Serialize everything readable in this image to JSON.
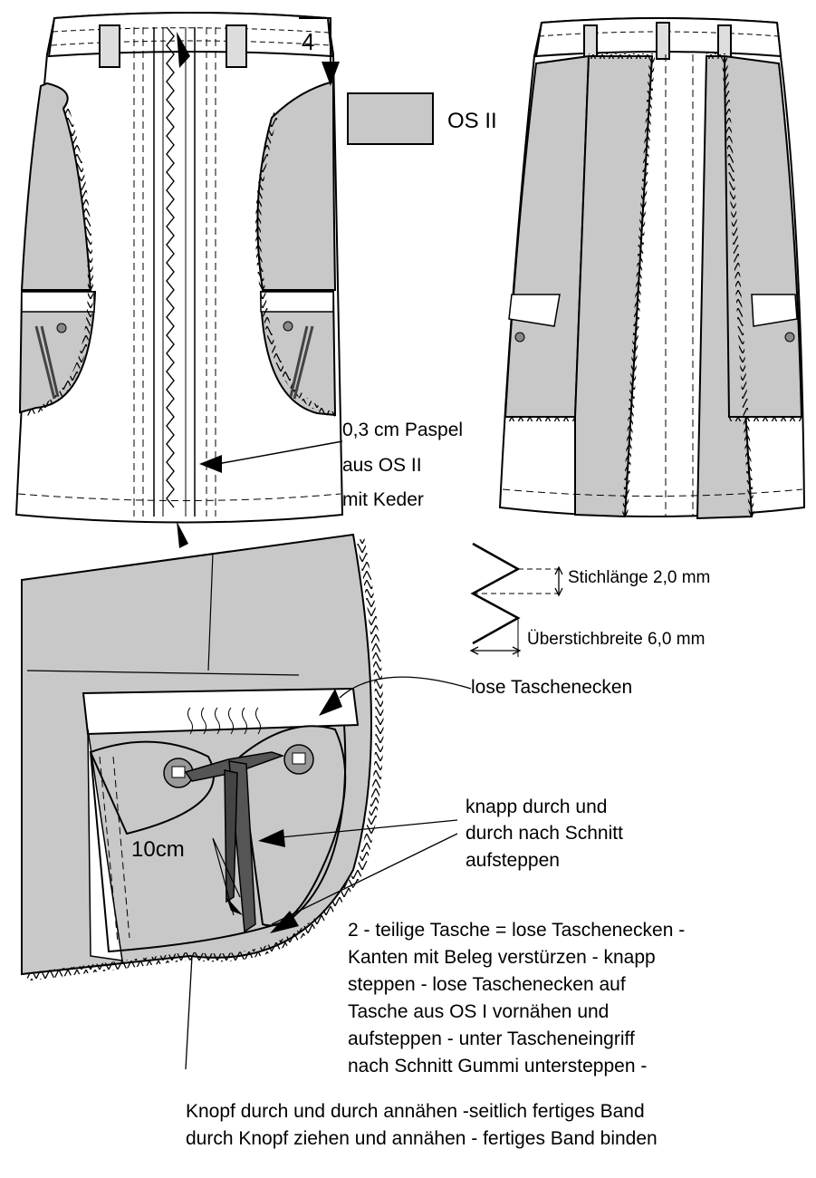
{
  "legend": {
    "label": "OS II",
    "fill_color": "#c8c8c8"
  },
  "step_number": "4",
  "annotations": {
    "paspel": [
      "0,3 cm Paspel",
      "aus OS II",
      "mit Keder"
    ],
    "stitch_length": "Stichlänge 2,0 mm",
    "overstitch_width": "Überstichbreite 6,0 mm",
    "loose_corners": "lose Taschenecken",
    "topstitch": [
      "knapp durch und",
      "durch nach Schnitt",
      "aufsteppen"
    ],
    "measurement": "10cm"
  },
  "pocket_description": [
    "2 - teilige Tasche = lose Taschenecken -",
    "Kanten mit Beleg verstürzen - knapp",
    "steppen - lose Taschenecken auf",
    "Tasche aus OS I vornähen und",
    "aufsteppen - unter Tascheneingriff",
    "nach Schnitt Gummi untersteppen -"
  ],
  "button_description": [
    "Knopf durch und durch annähen -seitlich fertiges Band",
    "durch Knopf ziehen und annähen - fertiges Band binden"
  ]
}
